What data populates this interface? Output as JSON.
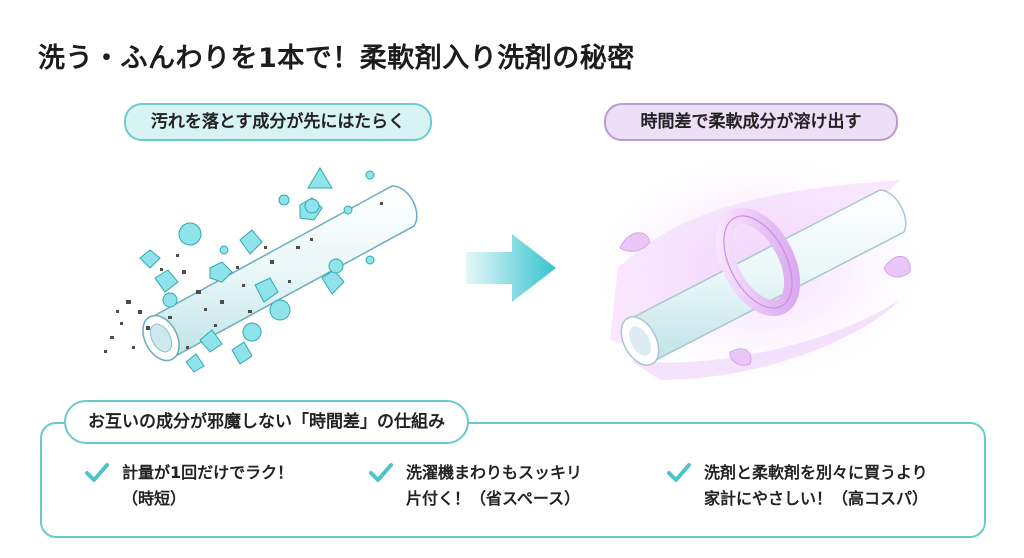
{
  "title": "洗う・ふんわりを1本で！柔軟剤入り洗剤の秘密",
  "left_panel": {
    "label": "汚れを落とす成分が先にはたらく"
  },
  "right_panel": {
    "label": "時間差で柔軟成分が溶け出す"
  },
  "bottom": {
    "header": "お互いの成分が邪魔しない「時間差」の仕組み",
    "benefits": [
      {
        "line1": "計量が1回だけでラク！",
        "line2": "（時短）"
      },
      {
        "line1": "洗濯機まわりもスッキリ",
        "line2": "片付く！（省スペース）"
      },
      {
        "line1": "洗剤と柔軟剤を別々に買うより",
        "line2": "家計にやさしい！（高コスパ）"
      }
    ]
  },
  "colors": {
    "teal": "#5fc8cf",
    "purple": "#c79be3",
    "check": "#4fc3c9"
  }
}
